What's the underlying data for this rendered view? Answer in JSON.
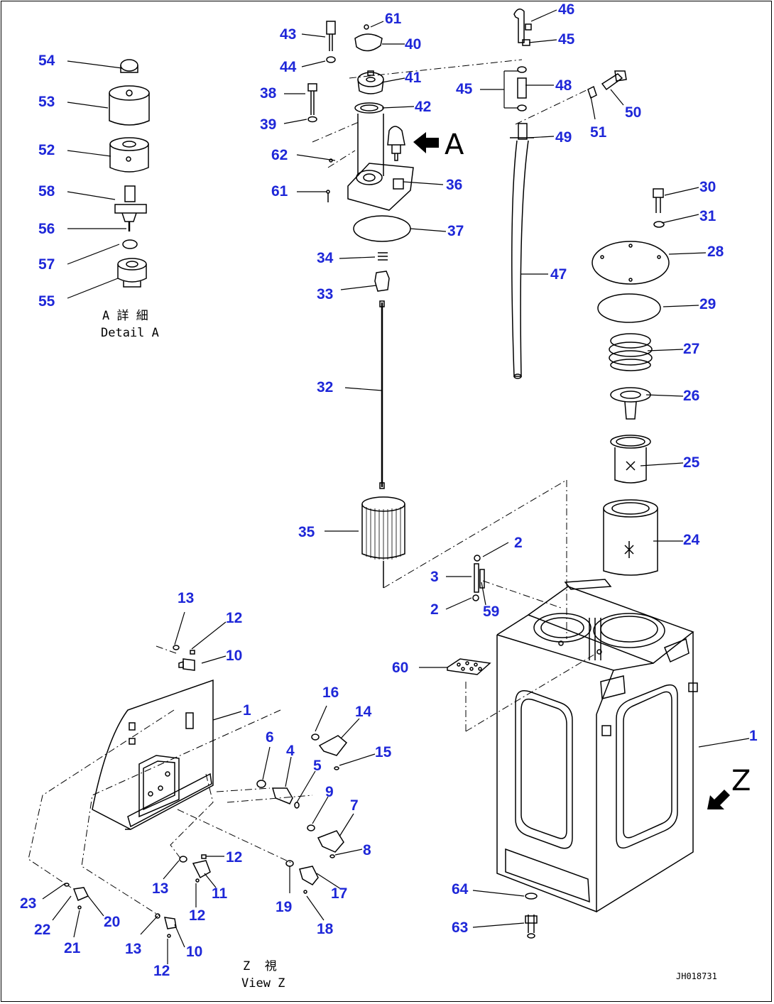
{
  "labels": {
    "p1a": "1",
    "p1b": "1",
    "p2a": "2",
    "p2b": "2",
    "p3": "3",
    "p4": "4",
    "p5": "5",
    "p6": "6",
    "p7": "7",
    "p8": "8",
    "p9": "9",
    "p10a": "10",
    "p10b": "10",
    "p11": "11",
    "p12a": "12",
    "p12b": "12",
    "p12c": "12",
    "p12d": "12",
    "p13a": "13",
    "p13b": "13",
    "p13c": "13",
    "p14": "14",
    "p15": "15",
    "p16": "16",
    "p17": "17",
    "p18": "18",
    "p19": "19",
    "p20": "20",
    "p21": "21",
    "p22": "22",
    "p23": "23",
    "p24": "24",
    "p25": "25",
    "p26": "26",
    "p27": "27",
    "p28": "28",
    "p29": "29",
    "p30": "30",
    "p31": "31",
    "p32": "32",
    "p33": "33",
    "p34": "34",
    "p35": "35",
    "p36": "36",
    "p37": "37",
    "p38": "38",
    "p39": "39",
    "p40": "40",
    "p41": "41",
    "p42": "42",
    "p43": "43",
    "p44": "44",
    "p45a": "45",
    "p45b": "45",
    "p46": "46",
    "p47": "47",
    "p48": "48",
    "p49": "49",
    "p50": "50",
    "p51": "51",
    "p52": "52",
    "p53": "53",
    "p54": "54",
    "p55": "55",
    "p56": "56",
    "p57": "57",
    "p58": "58",
    "p59": "59",
    "p60": "60",
    "p61a": "61",
    "p61b": "61",
    "p62": "62",
    "p63": "63",
    "p64": "64"
  },
  "captions": {
    "detail_a_jp": "A 詳 細",
    "detail_a_en": "Detail A",
    "view_z_jp": "Z  視",
    "view_z_en": "View Z",
    "arrow_a": "A",
    "arrow_z": "Z",
    "drawing_code": "JH018731"
  }
}
